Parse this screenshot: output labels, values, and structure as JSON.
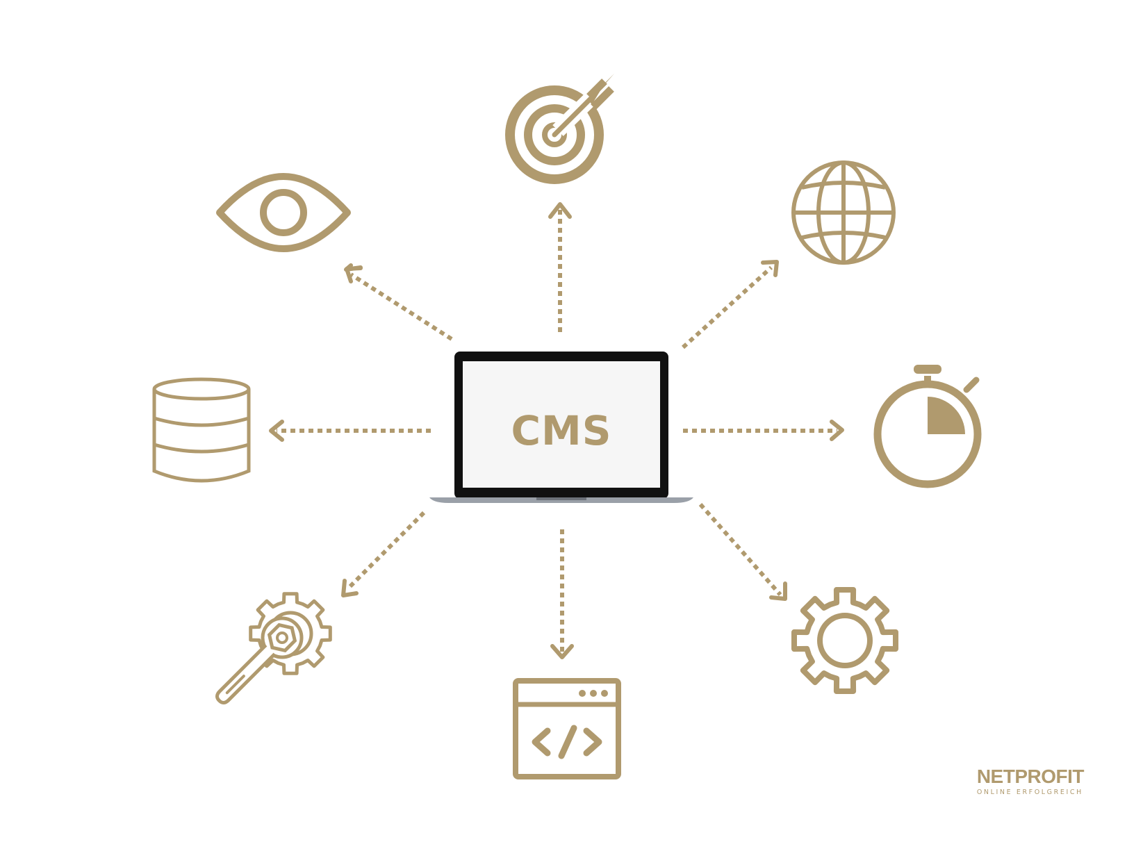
{
  "center": {
    "label": "CMS",
    "icon": "laptop-icon"
  },
  "nodes": [
    {
      "icon": "target-icon"
    },
    {
      "icon": "globe-icon"
    },
    {
      "icon": "stopwatch-icon"
    },
    {
      "icon": "gear-icon"
    },
    {
      "icon": "code-window-icon"
    },
    {
      "icon": "wrench-gear-icon"
    },
    {
      "icon": "database-icon"
    },
    {
      "icon": "eye-icon"
    }
  ],
  "brand": {
    "name": "NETPROFIT",
    "tagline": "ONLINE ERFOLGREICH"
  },
  "colors": {
    "accent": "#B09A6E",
    "laptop_frame": "#111111",
    "screen": "#F6F6F6",
    "laptop_base": "#9AA0A8"
  }
}
